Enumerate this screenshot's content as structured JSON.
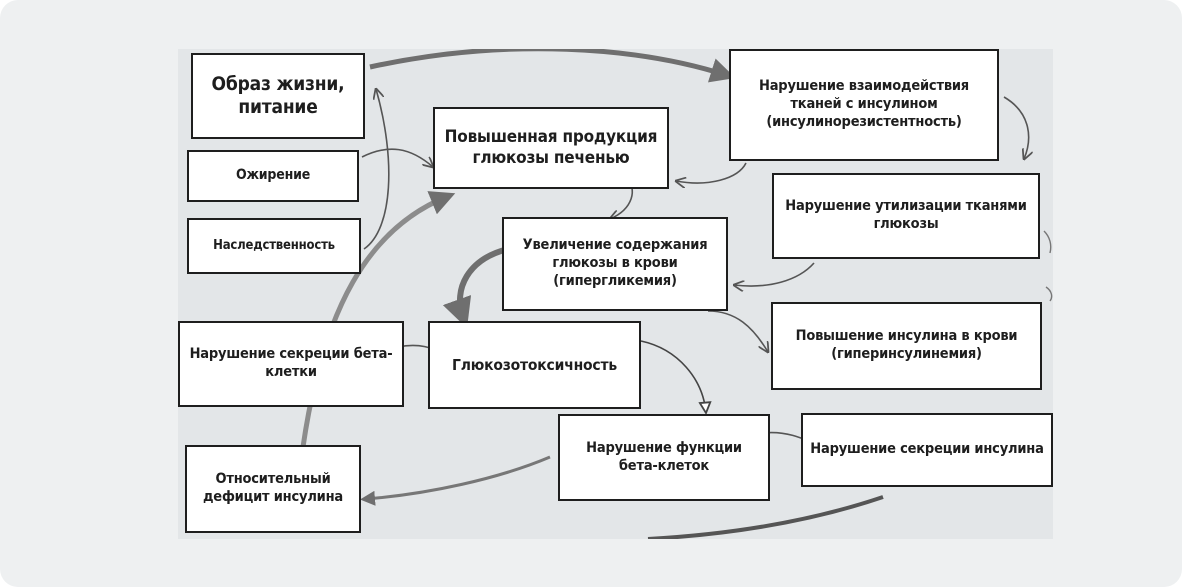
{
  "diagram": {
    "title": "",
    "nodes": {
      "lifestyle": "Образ жизни, питание",
      "obesity": "Ожирение",
      "heredity": "Наследственность",
      "liver_glucose": "Повышенная продукция глюкозы печенью",
      "insulin_resistance": "Нарушение взаимодействия тканей с инсулином (инсулинорезистентность)",
      "glucose_utilization": "Нарушение утилизации тканями глюкозы",
      "hyperglycemia": "Увеличение содержания глюкозы в крови (гипергликемия)",
      "hyperinsulinemia": "Повышение инсулина в крови (гиперинсулинемия)",
      "beta_cell_secretion": "Нарушение секреции бета-клетки",
      "glucotoxicity": "Глюкозотоксичность",
      "beta_cell_function": "Нарушение функции бета-клеток",
      "insulin_secretion": "Нарушение секреции инсулина",
      "insulin_deficit": "Относительный дефицит инсулина"
    },
    "colors": {
      "background": "#e3e6e8",
      "frame": "#eef0f1",
      "box_border": "#1e1e1e",
      "thick_arrow": "#6f6f6f",
      "thin_arrow": "#555555"
    }
  }
}
